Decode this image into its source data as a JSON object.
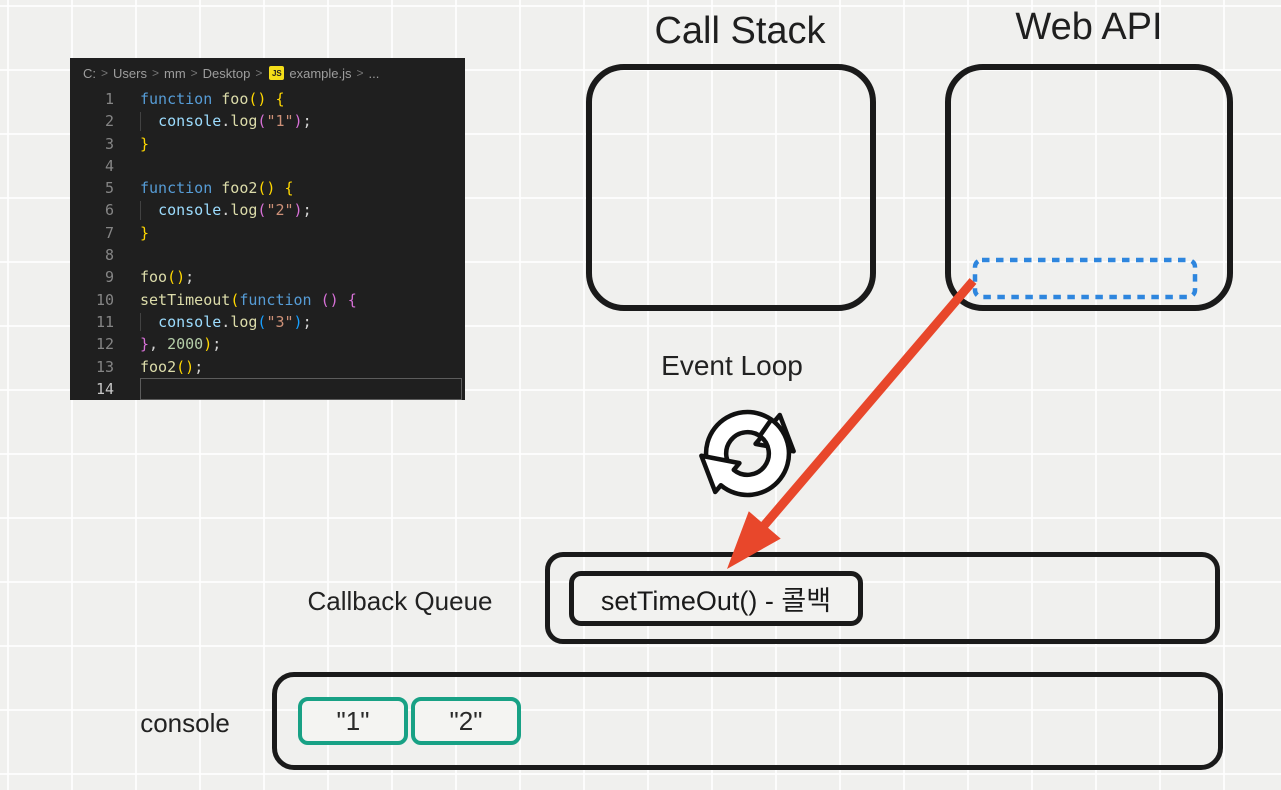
{
  "colors": {
    "background": "#f0f0ee",
    "grid_line": "#f8f8f6",
    "box_border": "#1a1a1a",
    "accent_red": "#e8472b",
    "accent_blue": "#2e86de",
    "accent_teal": "#18a185",
    "editor_background": "#1f1f1f"
  },
  "editor": {
    "breadcrumb": {
      "segments": [
        "C:",
        "Users",
        "mm",
        "Desktop"
      ],
      "separator": ">",
      "file_badge": "JS",
      "file_name": "example.js",
      "tail": "..."
    },
    "lines": [
      {
        "n": "1",
        "tokens": [
          {
            "t": "function",
            "c": "kw"
          },
          {
            "t": " ",
            "c": "pl"
          },
          {
            "t": "foo",
            "c": "fn"
          },
          {
            "t": "()",
            "c": "b1"
          },
          {
            "t": " ",
            "c": "pl"
          },
          {
            "t": "{",
            "c": "b1"
          }
        ]
      },
      {
        "n": "2",
        "guide": true,
        "tokens": [
          {
            "t": "  ",
            "c": "pl"
          },
          {
            "t": "console",
            "c": "obj"
          },
          {
            "t": ".",
            "c": "pl"
          },
          {
            "t": "log",
            "c": "fn"
          },
          {
            "t": "(",
            "c": "b2"
          },
          {
            "t": "\"1\"",
            "c": "str"
          },
          {
            "t": ")",
            "c": "b2"
          },
          {
            "t": ";",
            "c": "pl"
          }
        ]
      },
      {
        "n": "3",
        "tokens": [
          {
            "t": "}",
            "c": "b1"
          }
        ]
      },
      {
        "n": "4",
        "tokens": []
      },
      {
        "n": "5",
        "tokens": [
          {
            "t": "function",
            "c": "kw"
          },
          {
            "t": " ",
            "c": "pl"
          },
          {
            "t": "foo2",
            "c": "fn"
          },
          {
            "t": "()",
            "c": "b1"
          },
          {
            "t": " ",
            "c": "pl"
          },
          {
            "t": "{",
            "c": "b1"
          }
        ]
      },
      {
        "n": "6",
        "guide": true,
        "tokens": [
          {
            "t": "  ",
            "c": "pl"
          },
          {
            "t": "console",
            "c": "obj"
          },
          {
            "t": ".",
            "c": "pl"
          },
          {
            "t": "log",
            "c": "fn"
          },
          {
            "t": "(",
            "c": "b2"
          },
          {
            "t": "\"2\"",
            "c": "str"
          },
          {
            "t": ")",
            "c": "b2"
          },
          {
            "t": ";",
            "c": "pl"
          }
        ]
      },
      {
        "n": "7",
        "tokens": [
          {
            "t": "}",
            "c": "b1"
          }
        ]
      },
      {
        "n": "8",
        "tokens": []
      },
      {
        "n": "9",
        "tokens": [
          {
            "t": "foo",
            "c": "fn"
          },
          {
            "t": "()",
            "c": "b1"
          },
          {
            "t": ";",
            "c": "pl"
          }
        ]
      },
      {
        "n": "10",
        "tokens": [
          {
            "t": "setTimeout",
            "c": "fn"
          },
          {
            "t": "(",
            "c": "b1"
          },
          {
            "t": "function",
            "c": "kw"
          },
          {
            "t": " ",
            "c": "pl"
          },
          {
            "t": "()",
            "c": "b2"
          },
          {
            "t": " ",
            "c": "pl"
          },
          {
            "t": "{",
            "c": "b2"
          }
        ]
      },
      {
        "n": "11",
        "guide": true,
        "tokens": [
          {
            "t": "  ",
            "c": "pl"
          },
          {
            "t": "console",
            "c": "obj"
          },
          {
            "t": ".",
            "c": "pl"
          },
          {
            "t": "log",
            "c": "fn"
          },
          {
            "t": "(",
            "c": "b3"
          },
          {
            "t": "\"3\"",
            "c": "str"
          },
          {
            "t": ")",
            "c": "b3"
          },
          {
            "t": ";",
            "c": "pl"
          }
        ]
      },
      {
        "n": "12",
        "tokens": [
          {
            "t": "}",
            "c": "b2"
          },
          {
            "t": ", ",
            "c": "pl"
          },
          {
            "t": "2000",
            "c": "num"
          },
          {
            "t": ")",
            "c": "b1"
          },
          {
            "t": ";",
            "c": "pl"
          }
        ]
      },
      {
        "n": "13",
        "tokens": [
          {
            "t": "foo2",
            "c": "fn"
          },
          {
            "t": "()",
            "c": "b1"
          },
          {
            "t": ";",
            "c": "pl"
          }
        ]
      },
      {
        "n": "14",
        "active": true,
        "tokens": []
      }
    ]
  },
  "labels": {
    "call_stack": "Call Stack",
    "web_api": "Web API",
    "event_loop": "Event Loop",
    "callback_queue": "Callback Queue",
    "console": "console"
  },
  "callback_queue_items": [
    {
      "label": "setTimeOut() - 콜백"
    }
  ],
  "console_items": [
    {
      "label": "\"1\""
    },
    {
      "label": "\"2\""
    }
  ]
}
